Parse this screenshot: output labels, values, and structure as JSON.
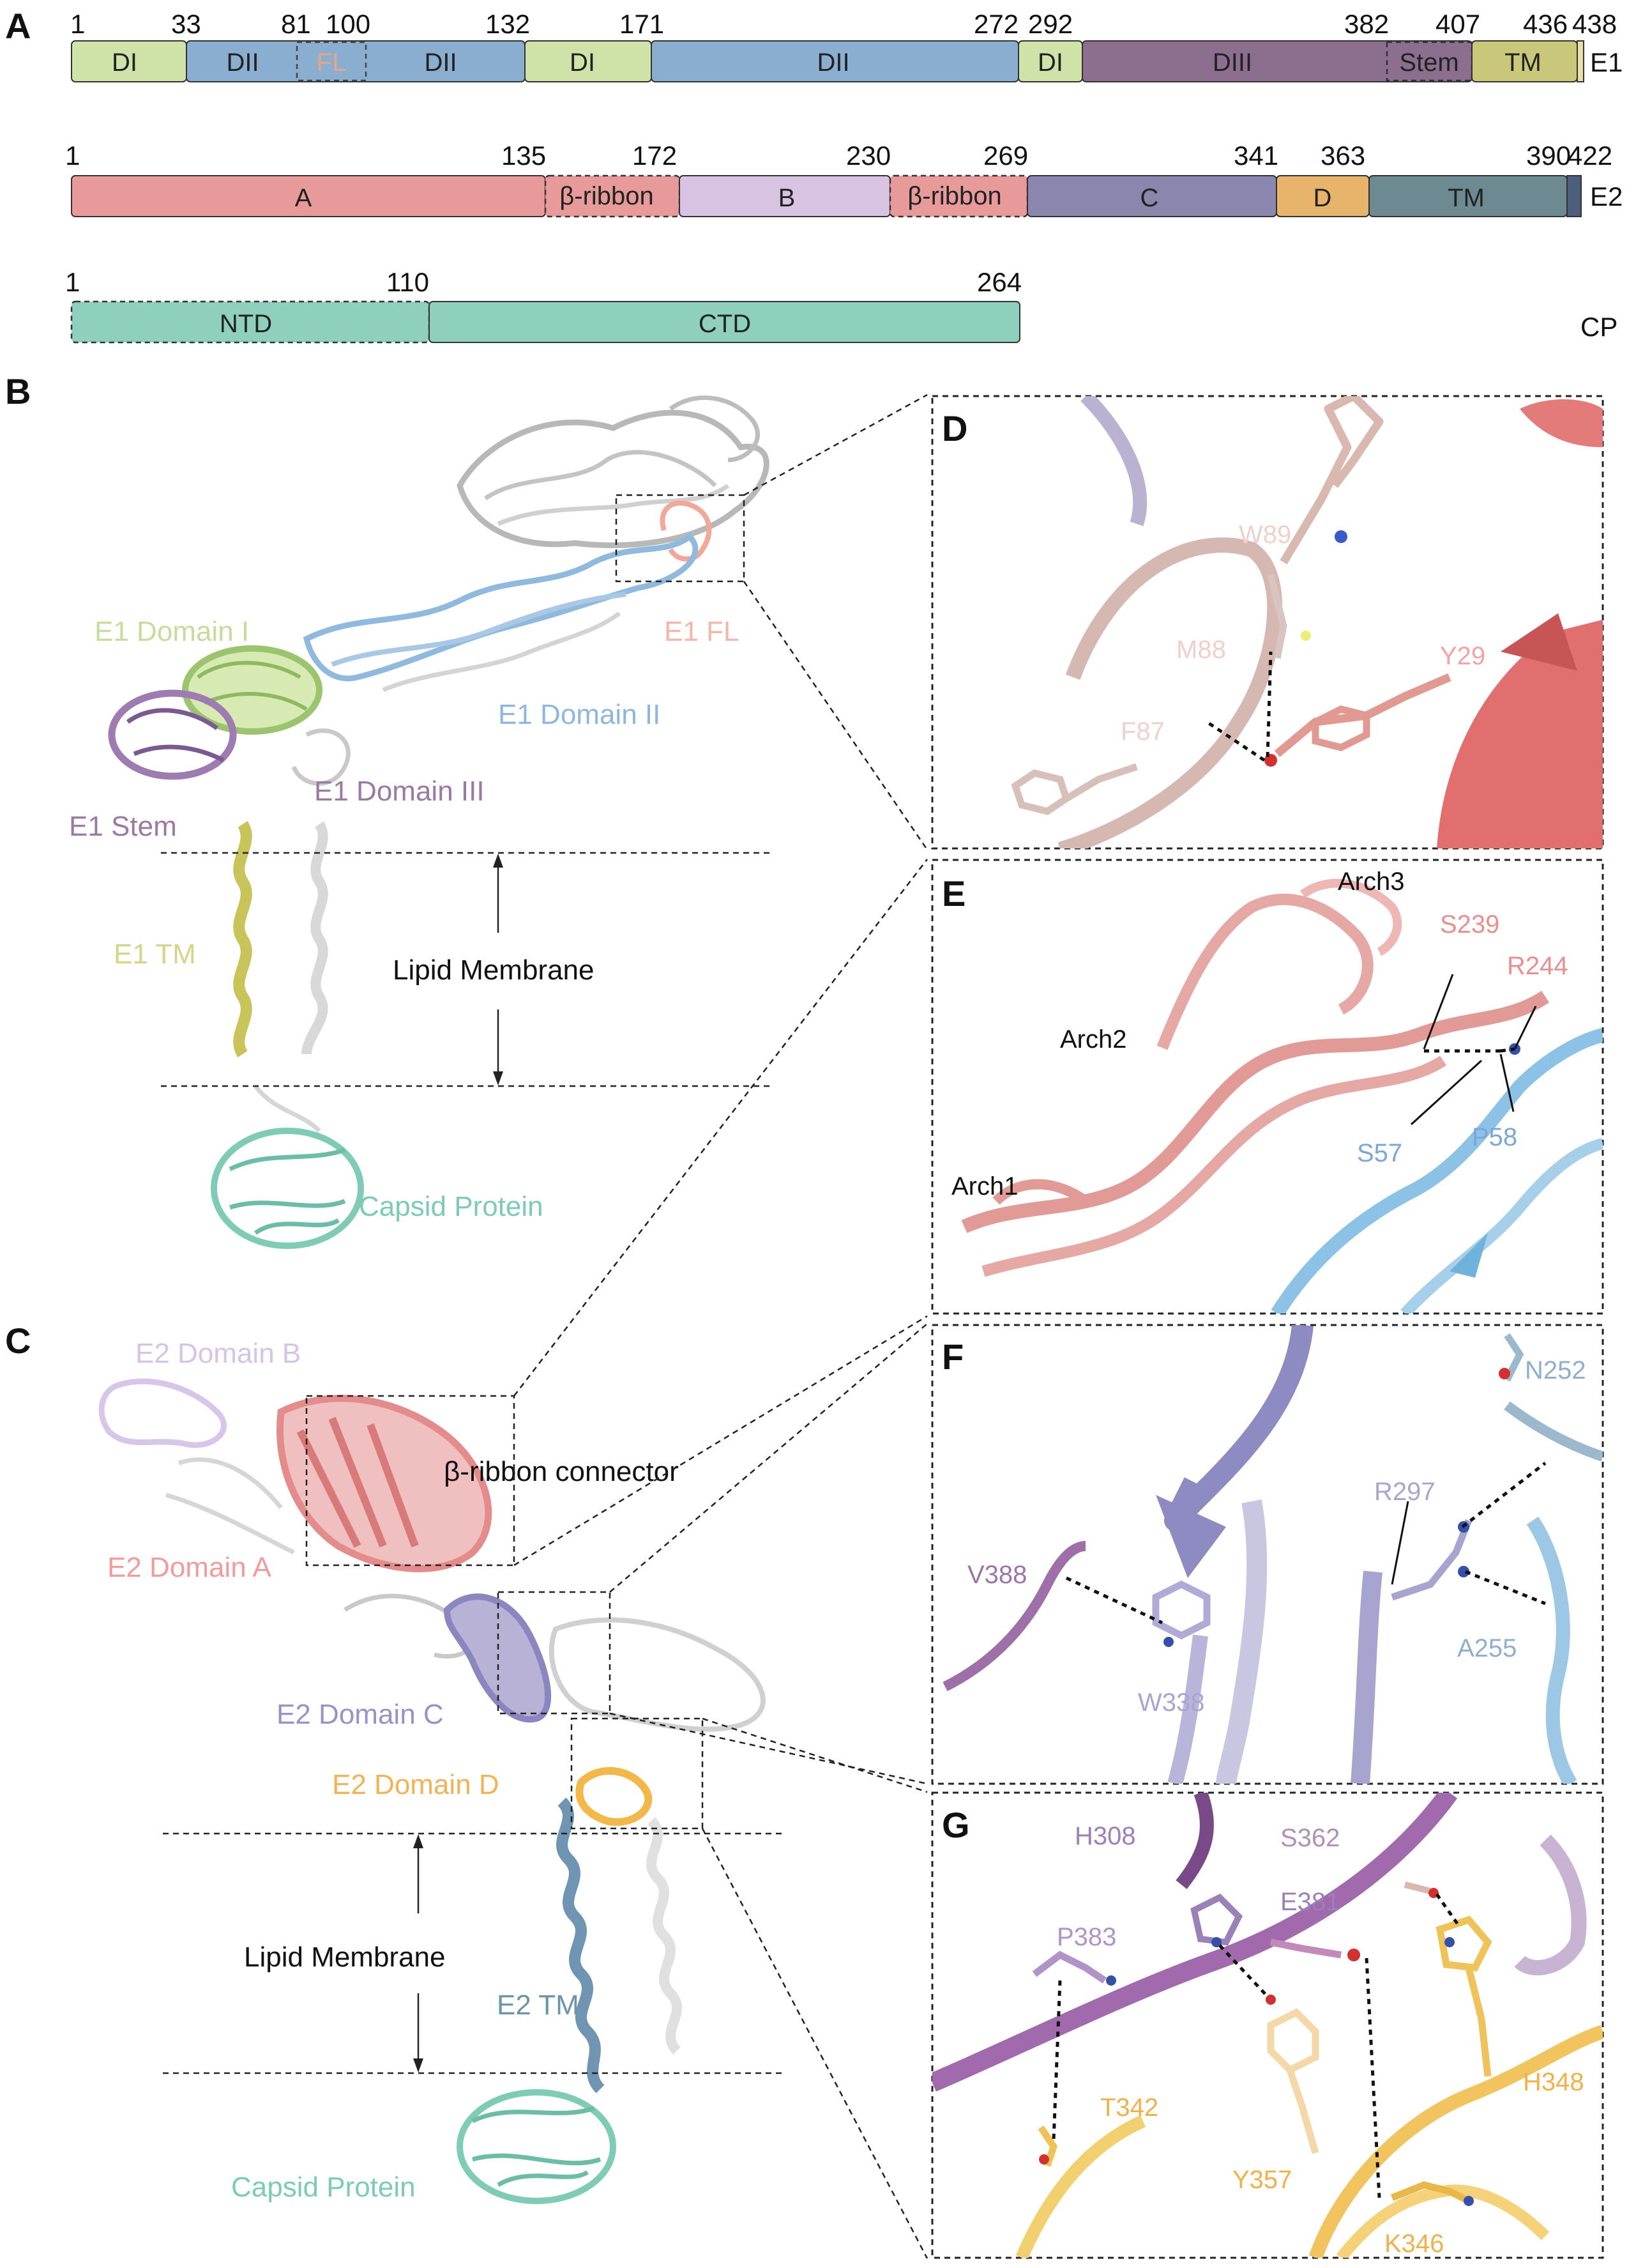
{
  "panel_letters": {
    "a": "A",
    "b": "B",
    "c": "C",
    "d": "D",
    "e": "E",
    "f": "F",
    "g": "G"
  },
  "colors": {
    "domain_I": "#cfe3a8",
    "domain_II": "#8aaed0",
    "domain_III": "#8c6f8f",
    "tm_e1": "#c9c77a",
    "e2_A": "#e89a9a",
    "e2_B": "#d8c4e2",
    "e2_C": "#8a86ad",
    "e2_D": "#e8b36a",
    "e2_TM": "#6d8a93",
    "capsid": "#8fcfbd",
    "label_domainI": "#c5dd9c",
    "label_domainII": "#8fb7dd",
    "label_domainIII": "#9a7aa3",
    "label_fl": "#f2b7a8",
    "label_tm": "#d6d48a",
    "label_capsid": "#7ccbb8",
    "label_e2B": "#d7c3e6",
    "label_e2A": "#f29b9b",
    "label_e2C": "#9a92c6",
    "label_e2D": "#f2b257",
    "label_e2TM": "#6f93a8"
  },
  "panelA": {
    "e1": {
      "track": "E1",
      "numbers": [
        "1",
        "33",
        "81",
        "100",
        "132",
        "171",
        "272",
        "292",
        "382",
        "407",
        "436",
        "438"
      ],
      "segments": [
        "DI",
        "DII",
        "FL",
        "DII",
        "DI",
        "DII",
        "DI",
        "DIII",
        "Stem",
        "TM"
      ]
    },
    "e2": {
      "track": "E2",
      "numbers": [
        "1",
        "135",
        "172",
        "230",
        "269",
        "341",
        "363",
        "390",
        "422"
      ],
      "segments": [
        "A",
        "β-ribbon",
        "B",
        "β-ribbon",
        "C",
        "D",
        "TM"
      ]
    },
    "cp": {
      "track": "CP",
      "numbers": [
        "1",
        "110",
        "264"
      ],
      "segments": [
        "NTD",
        "CTD"
      ]
    }
  },
  "panelB": {
    "labels": [
      "E1 Domain I",
      "E1 FL",
      "E1 Domain II",
      "E1 Domain III",
      "E1 Stem",
      "E1 TM",
      "Lipid Membrane",
      "Capsid Protein"
    ]
  },
  "panelC": {
    "labels": [
      "E2 Domain B",
      "β-ribbon connector",
      "E2 Domain A",
      "E2 Domain C",
      "E2 Domain D",
      "Lipid Membrane",
      "E2 TM",
      "Capsid Protein"
    ]
  },
  "panelD": {
    "residues": [
      "W89",
      "M88",
      "Y29",
      "F87"
    ]
  },
  "panelE": {
    "labels": [
      "Arch3",
      "S239",
      "R244",
      "Arch2",
      "S57",
      "P58",
      "Arch1"
    ]
  },
  "panelF": {
    "residues": [
      "N252",
      "R297",
      "V388",
      "W338",
      "A255"
    ]
  },
  "panelG": {
    "residues": [
      "H308",
      "S362",
      "E381",
      "P383",
      "T342",
      "H348",
      "Y357",
      "K346"
    ]
  }
}
